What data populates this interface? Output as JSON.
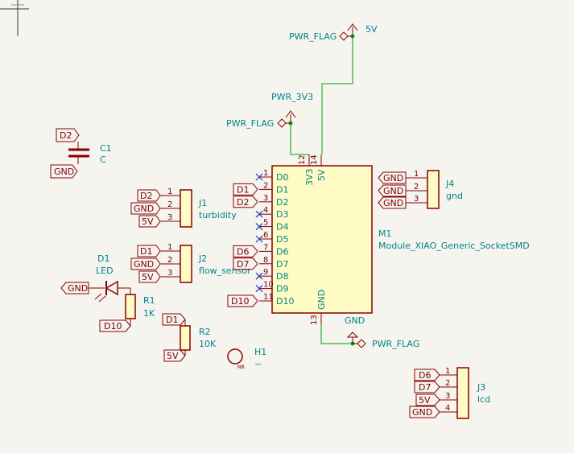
{
  "colors": {
    "background": "#f5f4ef",
    "wire": "#00a000",
    "component_stroke": "#8a0000",
    "component_fill": "#fffbc4",
    "label_text": "#00848a",
    "pin_text": "#8a1a1a",
    "no_connect": "#2040c0"
  },
  "c1": {
    "ref": "C1",
    "value": "C",
    "top_label": "D2",
    "bottom_label": "GND"
  },
  "j1": {
    "ref": "J1",
    "value": "turbidity",
    "labels": [
      "D2",
      "GND",
      "5V"
    ],
    "pins": [
      "1",
      "2",
      "3"
    ]
  },
  "j2": {
    "ref": "J2",
    "value": "flow_sensor",
    "labels": [
      "D1",
      "GND",
      "5V"
    ],
    "pins": [
      "1",
      "2",
      "3"
    ]
  },
  "j3": {
    "ref": "J3",
    "value": "lcd",
    "labels": [
      "D6",
      "D7",
      "5V",
      "GND"
    ],
    "pins": [
      "1",
      "2",
      "3",
      "4"
    ]
  },
  "j4": {
    "ref": "J4",
    "value": "gnd",
    "labels": [
      "GND",
      "GND",
      "GND"
    ],
    "pins": [
      "1",
      "2",
      "3"
    ]
  },
  "d1": {
    "ref": "D1",
    "value": "LED",
    "label": "GND"
  },
  "r1": {
    "ref": "R1",
    "value": "1K",
    "label": "D10"
  },
  "r2": {
    "ref": "R2",
    "value": "10K",
    "top_label": "D1",
    "bottom_label": "5V"
  },
  "h1": {
    "ref": "H1",
    "value": "~",
    "badge": "NB"
  },
  "m1": {
    "ref": "M1",
    "value": "Module_XIAO_Generic_SocketSMD",
    "left_pins": [
      {
        "num": "1",
        "name": "D0",
        "label": ""
      },
      {
        "num": "2",
        "name": "D1",
        "label": "D1"
      },
      {
        "num": "3",
        "name": "D2",
        "label": "D2"
      },
      {
        "num": "4",
        "name": "D3",
        "label": ""
      },
      {
        "num": "5",
        "name": "D4",
        "label": ""
      },
      {
        "num": "6",
        "name": "D5",
        "label": ""
      },
      {
        "num": "7",
        "name": "D6",
        "label": "D6"
      },
      {
        "num": "8",
        "name": "D7",
        "label": "D7"
      },
      {
        "num": "9",
        "name": "D8",
        "label": ""
      },
      {
        "num": "10",
        "name": "D9",
        "label": ""
      },
      {
        "num": "11",
        "name": "D10",
        "label": "D10"
      }
    ],
    "top_pins": [
      {
        "num": "12",
        "name": "3V3"
      },
      {
        "num": "14",
        "name": "5V"
      }
    ],
    "bottom_pin": {
      "num": "13",
      "name": "GND"
    }
  },
  "power": {
    "v5": "5V",
    "v3": "PWR_3V3",
    "gnd": "GND",
    "flag_top": "PWR_FLAG",
    "flag_mid": "PWR_FLAG",
    "flag_bottom": "PWR_FLAG"
  }
}
